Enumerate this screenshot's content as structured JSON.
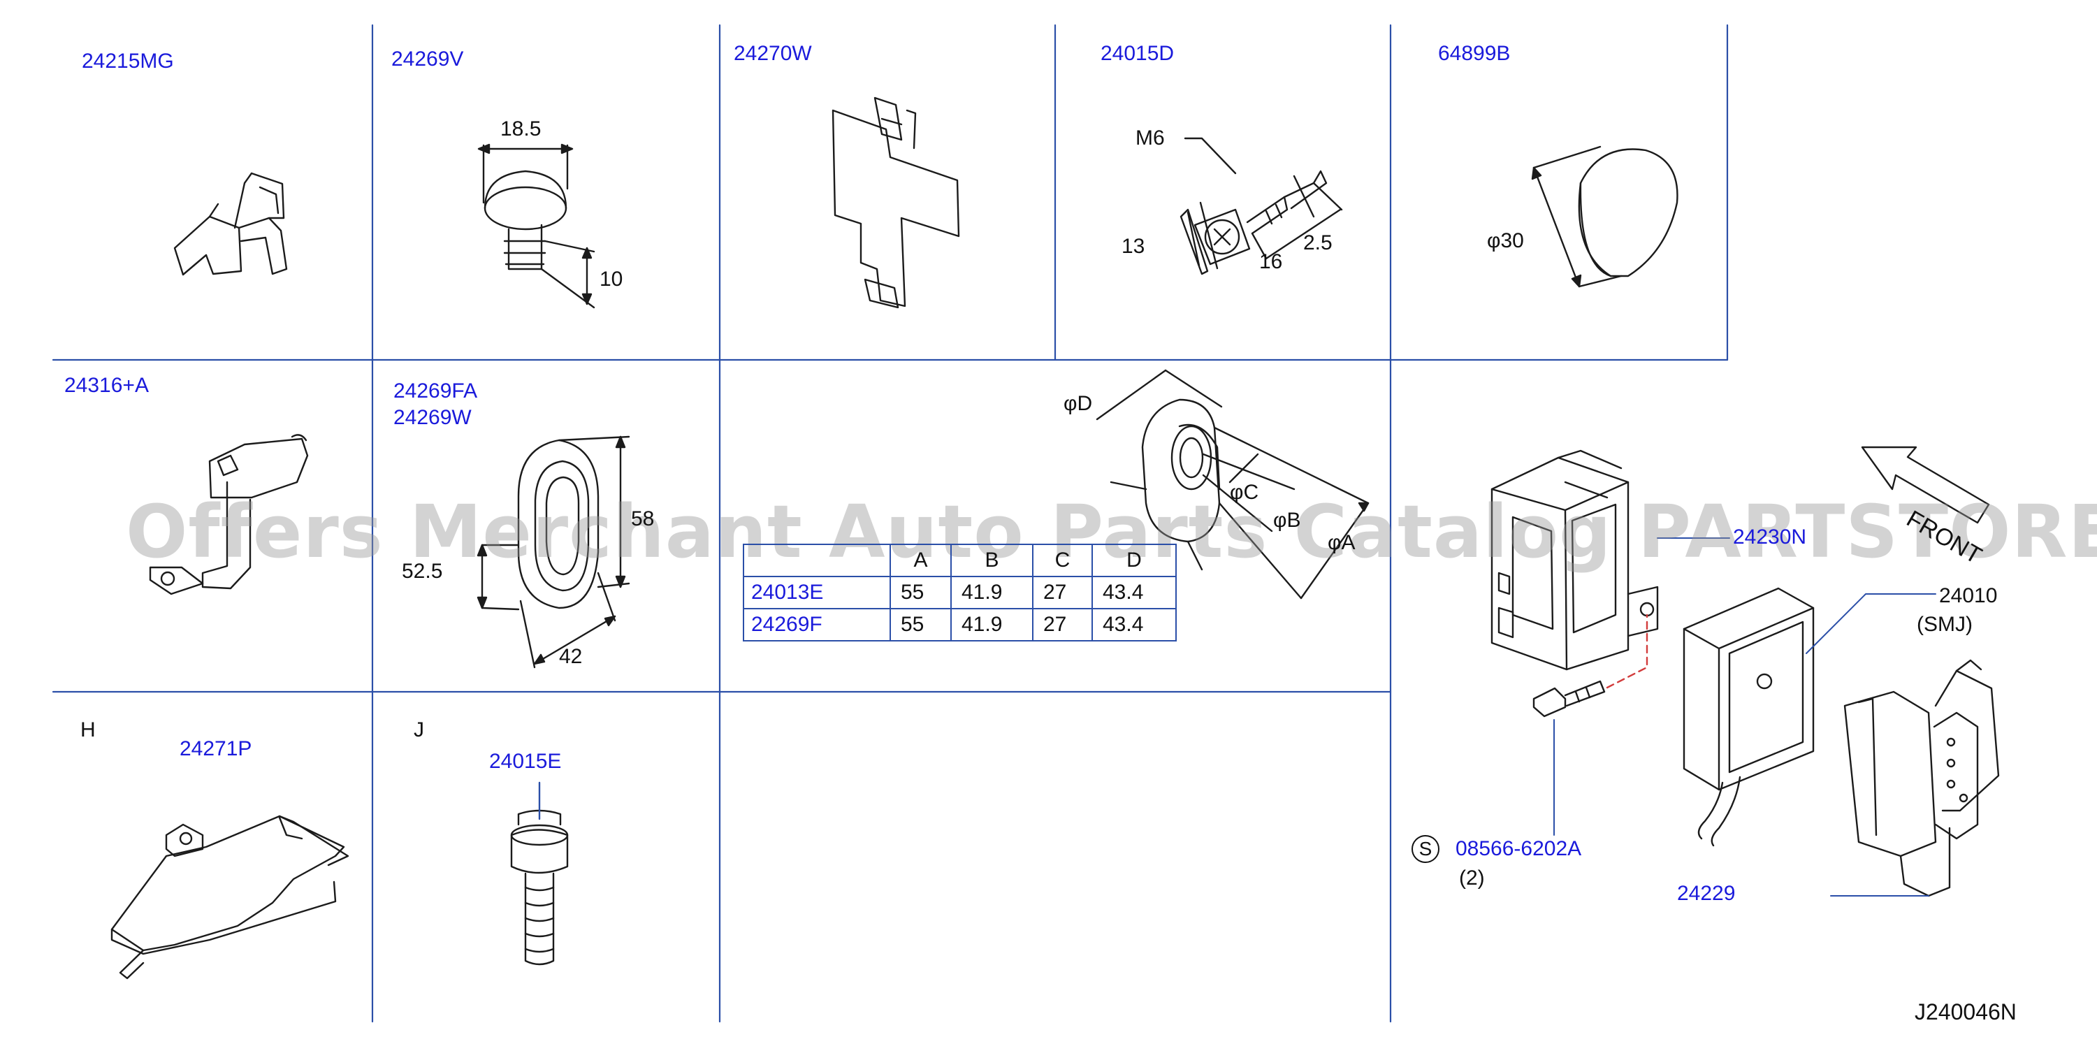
{
  "cells": {
    "c1": {
      "part": "24215MG"
    },
    "c2": {
      "part": "24269V",
      "dim_width": "18.5",
      "dim_height": "10"
    },
    "c3": {
      "part": "24270W"
    },
    "c4": {
      "part": "24015D",
      "thread": "M6",
      "dim_head": "13",
      "dim_length": "16",
      "dim_tip": "2.5"
    },
    "c5": {
      "part": "64899B",
      "diameter": "φ30"
    },
    "c6": {
      "part": "24316+A"
    },
    "c7": {
      "part_1": "24269FA",
      "part_2": "24269W",
      "dim_height": "52.5",
      "dim_outer": "58",
      "dim_width": "42"
    },
    "c8": {
      "phi_d": "φD",
      "phi_c": "φC",
      "phi_b": "φB",
      "phi_a": "φA",
      "table": {
        "headers": [
          "",
          "A",
          "B",
          "C",
          "D"
        ],
        "rows": [
          [
            "24013E",
            "55",
            "41.9",
            "27",
            "43.4"
          ],
          [
            "24269F",
            "55",
            "41.9",
            "27",
            "43.4"
          ]
        ]
      }
    },
    "c9": {
      "letter": "H",
      "part": "24271P"
    },
    "c10": {
      "letter": "J",
      "part": "24015E"
    },
    "assembly": {
      "front": "FRONT",
      "bracket": "24230N",
      "module": "24010",
      "module_sub": "(SMJ)",
      "bolt_symbol": "S",
      "bolt": "08566-6202A",
      "bolt_qty": "(2)",
      "holder": "24229"
    }
  },
  "diagram_code": "J240046N",
  "watermark": "Offers Merchant Auto Parts Catalog PARTSTORE.SA",
  "colors": {
    "part_number": "#1a1adb",
    "grid_line": "#2b4fa8",
    "leader": "#2b4fa8",
    "dashed": "#d23c3c",
    "watermark": "#969696"
  }
}
